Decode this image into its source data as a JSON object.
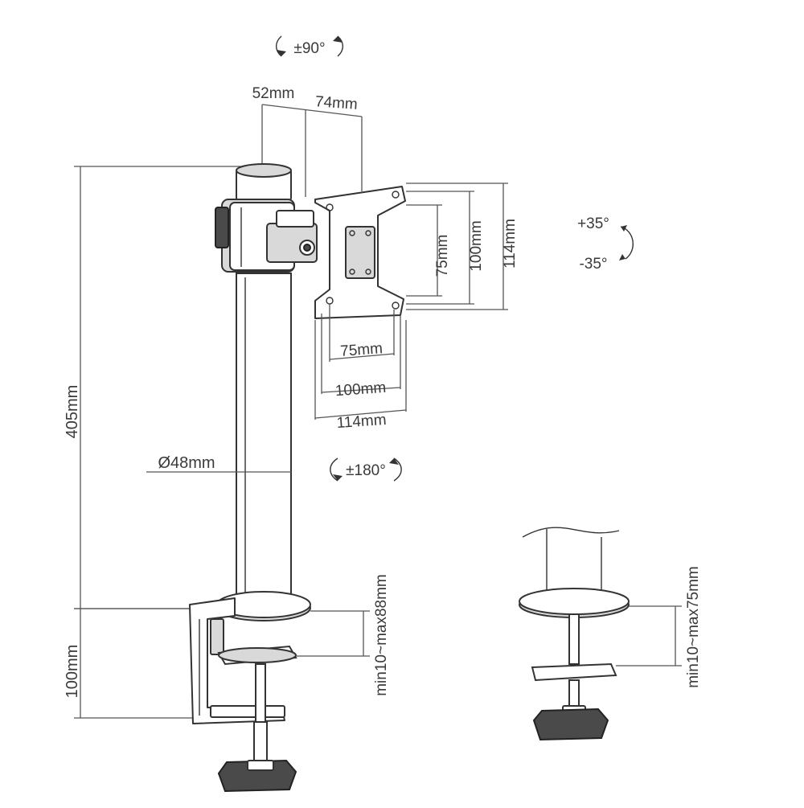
{
  "rotation": {
    "swivel": "±90°",
    "rotate": "±180°",
    "tilt_up": "+35°",
    "tilt_down": "-35°"
  },
  "dimensions": {
    "offset_left": "52mm",
    "offset_right": "74mm",
    "pole_height": "405mm",
    "pole_diameter": "Ø48mm",
    "clamp_height": "100mm",
    "clamp_range": "min10~max88mm",
    "grommet_range": "min10~max75mm",
    "vesa_inner_h": "75mm",
    "vesa_mid_h": "100mm",
    "vesa_outer_h": "114mm",
    "vesa_inner_v": "75mm",
    "vesa_mid_v": "100mm",
    "vesa_outer_v": "114mm"
  }
}
